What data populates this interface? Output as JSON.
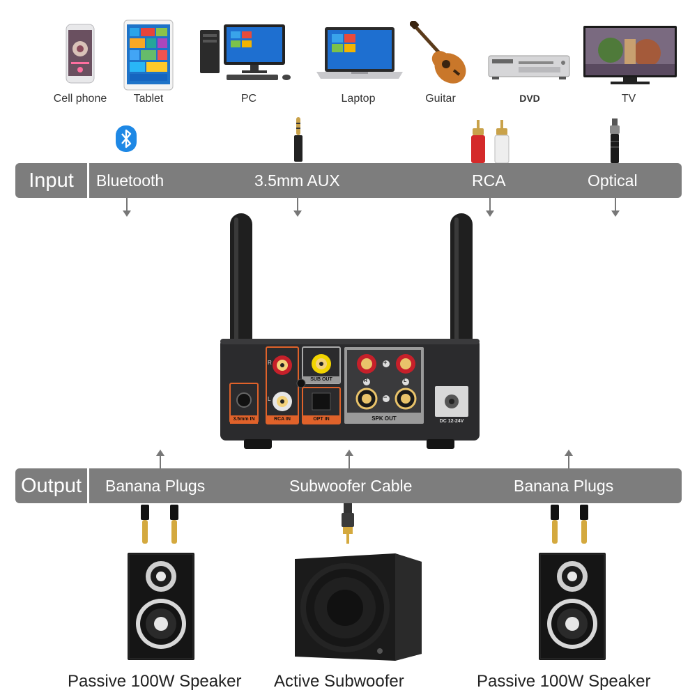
{
  "sources": [
    {
      "label": "Cell phone",
      "icon": "cell-phone-icon"
    },
    {
      "label": "Tablet",
      "icon": "tablet-icon"
    },
    {
      "label": "PC",
      "icon": "pc-icon"
    },
    {
      "label": "Laptop",
      "icon": "laptop-icon"
    },
    {
      "label": "Guitar",
      "icon": "guitar-icon"
    },
    {
      "label": "DVD",
      "icon": "dvd-player-icon"
    },
    {
      "label": "TV",
      "icon": "tv-icon"
    }
  ],
  "input_bar": {
    "heading": "Input",
    "items": [
      "Bluetooth",
      "3.5mm AUX",
      "RCA",
      "Optical"
    ]
  },
  "output_bar": {
    "heading": "Output",
    "items": [
      "Banana Plugs",
      "Subwoofer Cable",
      "Banana Plugs"
    ]
  },
  "amplifier": {
    "ports": {
      "aux": "3.5mm IN",
      "rca": "RCA IN",
      "sub": "SUB OUT",
      "opt": "OPT IN",
      "spk": "SPK OUT",
      "dc": "DC 12-24V",
      "r": "R",
      "l": "L",
      "plus": "+",
      "minus": "−"
    }
  },
  "outputs": [
    {
      "label": "Passive 100W Speaker"
    },
    {
      "label": "Active Subwoofer"
    },
    {
      "label": "Passive 100W Speaker"
    }
  ],
  "colors": {
    "bar": "#7d7d7d",
    "port_orange": "#e0622a",
    "bluetooth": "#1e88e5"
  }
}
